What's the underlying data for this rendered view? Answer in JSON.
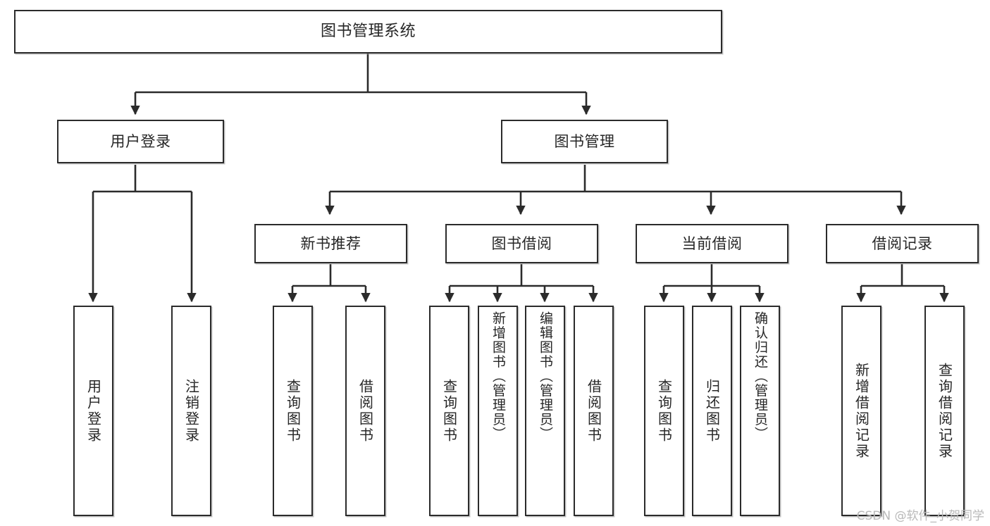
{
  "diagram": {
    "type": "tree-hierarchy-diagram",
    "title": "图书管理系统",
    "orientation": "top-down",
    "edge_style": "orthogonal-with-arrowheads",
    "colors": {
      "box_border": "#2b2b2b",
      "box_fill": "#ffffff",
      "text": "#262626",
      "connector": "#2b2b2b",
      "watermark": "#b9b9b9",
      "page_background": "#ffffff"
    }
  },
  "nodes": {
    "root": {
      "label": "图书管理系统",
      "level": 1
    },
    "level2": [
      {
        "id": "user-login",
        "label": "用户登录",
        "level": 2
      },
      {
        "id": "book-management",
        "label": "图书管理",
        "level": 2
      }
    ],
    "level3": [
      {
        "id": "new-book-recommend",
        "label": "新书推荐",
        "level": 3
      },
      {
        "id": "book-borrow",
        "label": "图书借阅",
        "level": 3
      },
      {
        "id": "current-borrow",
        "label": "当前借阅",
        "level": 3
      },
      {
        "id": "borrow-record",
        "label": "借阅记录",
        "level": 3
      }
    ],
    "leaves": [
      {
        "id": "leaf-user-login",
        "label": "用户登录",
        "parent": "user-login",
        "level": 4
      },
      {
        "id": "leaf-logout-login",
        "label": "注销登录",
        "parent": "user-login",
        "level": 4
      },
      {
        "id": "leaf-query-book-1",
        "label": "查询图书",
        "parent": "new-book-recommend",
        "level": 4
      },
      {
        "id": "leaf-borrow-book-1",
        "label": "借阅图书",
        "parent": "new-book-recommend",
        "level": 4
      },
      {
        "id": "leaf-query-book-2",
        "label": "查询图书",
        "parent": "book-borrow",
        "level": 4
      },
      {
        "id": "leaf-add-book-admin",
        "label": "新增图书（管理员）",
        "parent": "book-borrow",
        "level": 4
      },
      {
        "id": "leaf-edit-book-admin",
        "label": "编辑图书（管理员）",
        "parent": "book-borrow",
        "level": 4
      },
      {
        "id": "leaf-borrow-book-2",
        "label": "借阅图书",
        "parent": "book-borrow",
        "level": 4
      },
      {
        "id": "leaf-query-book-3",
        "label": "查询图书",
        "parent": "current-borrow",
        "level": 4
      },
      {
        "id": "leaf-return-book",
        "label": "归还图书",
        "parent": "current-borrow",
        "level": 4
      },
      {
        "id": "leaf-confirm-return-admin",
        "label": "确认归还（管理员）",
        "parent": "current-borrow",
        "level": 4
      },
      {
        "id": "leaf-add-borrow-record",
        "label": "新增借阅记录",
        "parent": "borrow-record",
        "level": 4
      },
      {
        "id": "leaf-query-borrow-record",
        "label": "查询借阅记录",
        "parent": "borrow-record",
        "level": 4
      }
    ]
  },
  "watermark": {
    "text": "CSDN @软件_小贺同学"
  }
}
